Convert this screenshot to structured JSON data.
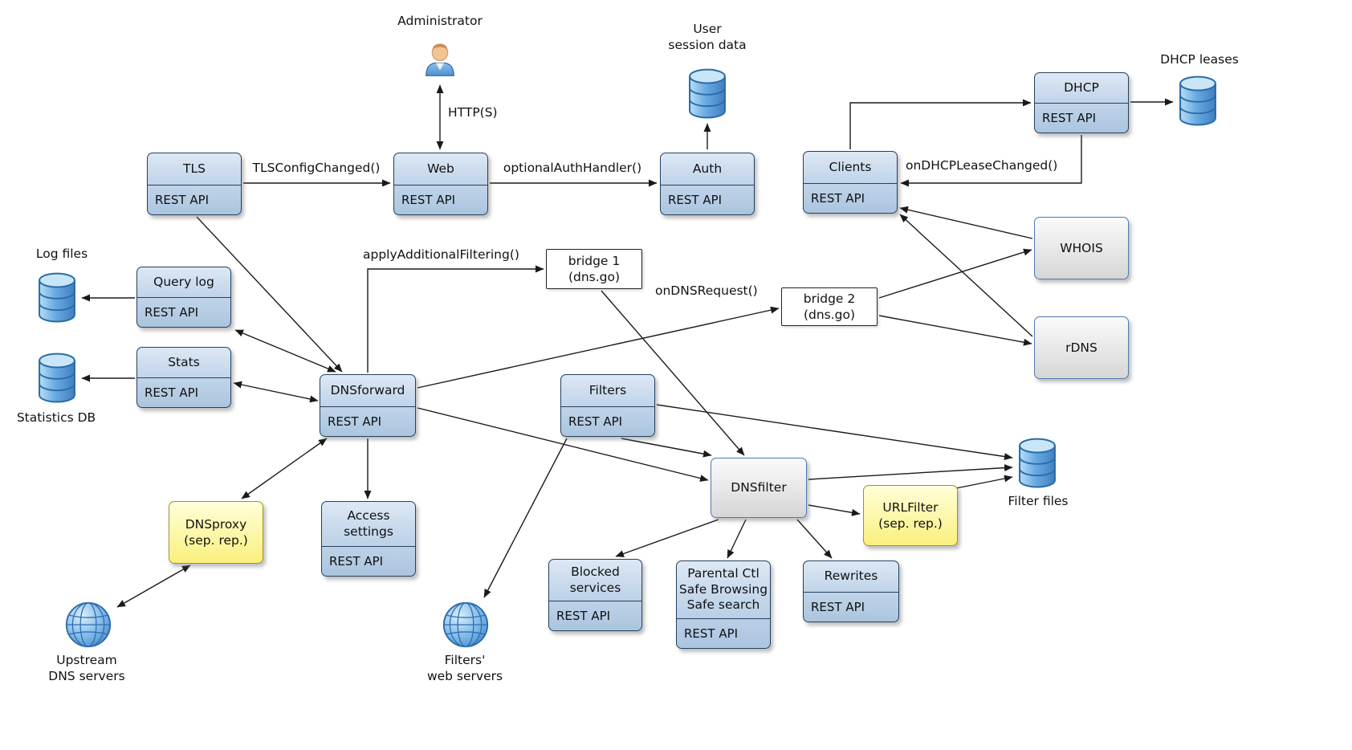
{
  "nodes": {
    "tls": {
      "title": "TLS",
      "api": "REST API"
    },
    "web": {
      "title": "Web",
      "api": "REST API"
    },
    "auth": {
      "title": "Auth",
      "api": "REST API"
    },
    "clients": {
      "title": "Clients",
      "api": "REST API"
    },
    "dhcp": {
      "title": "DHCP",
      "api": "REST API"
    },
    "query_log": {
      "title": "Query log",
      "api": "REST API"
    },
    "stats": {
      "title": "Stats",
      "api": "REST API"
    },
    "dnsforward": {
      "title": "DNSforward",
      "api": "REST API"
    },
    "filters": {
      "title": "Filters",
      "api": "REST API"
    },
    "access_settings": {
      "title": "Access\nsettings",
      "api": "REST API"
    },
    "blocked_services": {
      "title": "Blocked\nservices",
      "api": "REST API"
    },
    "parental": {
      "title": "Parental Ctl\nSafe Browsing\nSafe search",
      "api": "REST API"
    },
    "rewrites": {
      "title": "Rewrites",
      "api": "REST API"
    },
    "bridge1": {
      "label": "bridge 1\n(dns.go)"
    },
    "bridge2": {
      "label": "bridge 2\n(dns.go)"
    },
    "whois": {
      "label": "WHOIS"
    },
    "rdns": {
      "label": "rDNS"
    },
    "dnsfilter": {
      "label": "DNSfilter"
    },
    "dnsproxy": {
      "label": "DNSproxy\n(sep. rep.)"
    },
    "urlfilter": {
      "label": "URLFilter\n(sep. rep.)"
    }
  },
  "externals": {
    "administrator": "Administrator",
    "user_session_data": "User\nsession data",
    "dhcp_leases": "DHCP leases",
    "log_files": "Log files",
    "statistics_db": "Statistics DB",
    "filter_files": "Filter files",
    "upstream_dns": "Upstream\nDNS servers",
    "filters_web_servers": "Filters'\nweb servers"
  },
  "edge_labels": {
    "https": "HTTP(S)",
    "tls_config": "TLSConfigChanged()",
    "optional_auth": "optionalAuthHandler()",
    "on_dhcp_lease": "onDHCPLeaseChanged()",
    "apply_additional": "applyAdditionalFiltering()",
    "on_dns_request": "onDNSRequest()"
  },
  "icons": {
    "administrator": "person-icon",
    "user_session_data": "database-icon",
    "dhcp_leases": "database-icon",
    "log_files": "database-icon",
    "statistics_db": "database-icon",
    "filter_files": "database-icon",
    "upstream_dns": "globe-icon",
    "filters_web_servers": "globe-icon"
  },
  "colors": {
    "module_box": "#c3d6ea",
    "module_border": "#24415f",
    "gray_box": "#e6e6e6",
    "gray_border": "#4f7ab0",
    "yellow_box": "#faf07e",
    "bridge_box": "#ffffff",
    "database_blue": "#5d9fdd",
    "globe_blue": "#5aa0dc",
    "edge": "#1a1a1a"
  },
  "edges": [
    {
      "from": "Administrator",
      "to": "Web",
      "label": "HTTP(S)",
      "dir": "both"
    },
    {
      "from": "TLS",
      "to": "Web",
      "label": "TLSConfigChanged()",
      "dir": "one"
    },
    {
      "from": "Web",
      "to": "Auth",
      "label": "optionalAuthHandler()",
      "dir": "one"
    },
    {
      "from": "Auth",
      "to": "User session data",
      "dir": "one"
    },
    {
      "from": "Clients",
      "to": "DHCP",
      "dir": "one"
    },
    {
      "from": "DHCP",
      "to": "DHCP leases",
      "dir": "one"
    },
    {
      "from": "DHCP",
      "to": "Clients",
      "label": "onDHCPLeaseChanged()",
      "dir": "one"
    },
    {
      "from": "TLS",
      "to": "DNSforward",
      "dir": "one"
    },
    {
      "from": "DNSforward",
      "to": "Query log",
      "dir": "both"
    },
    {
      "from": "Query log",
      "to": "Log files",
      "dir": "one"
    },
    {
      "from": "DNSforward",
      "to": "Stats",
      "dir": "both"
    },
    {
      "from": "Stats",
      "to": "Statistics DB",
      "dir": "one"
    },
    {
      "from": "DNSforward",
      "to": "bridge 1",
      "label": "applyAdditionalFiltering()",
      "dir": "one"
    },
    {
      "from": "bridge 1",
      "to": "DNSfilter",
      "dir": "one"
    },
    {
      "from": "DNSforward",
      "to": "bridge 2",
      "label": "onDNSRequest()",
      "dir": "one"
    },
    {
      "from": "bridge 2",
      "to": "WHOIS",
      "dir": "one"
    },
    {
      "from": "bridge 2",
      "to": "rDNS",
      "dir": "one"
    },
    {
      "from": "WHOIS",
      "to": "Clients",
      "dir": "one"
    },
    {
      "from": "rDNS",
      "to": "Clients",
      "dir": "one"
    },
    {
      "from": "DNSforward",
      "to": "DNSproxy",
      "dir": "both"
    },
    {
      "from": "DNSforward",
      "to": "Access settings",
      "dir": "one"
    },
    {
      "from": "DNSproxy",
      "to": "Upstream DNS servers",
      "dir": "both"
    },
    {
      "from": "DNSforward",
      "to": "DNSfilter",
      "dir": "one"
    },
    {
      "from": "Filters",
      "to": "DNSfilter",
      "dir": "one"
    },
    {
      "from": "Filters",
      "to": "Filter files",
      "dir": "one"
    },
    {
      "from": "Filters",
      "to": "Filters' web servers",
      "dir": "one"
    },
    {
      "from": "DNSfilter",
      "to": "Filter files",
      "dir": "one"
    },
    {
      "from": "DNSfilter",
      "to": "URLFilter",
      "dir": "one"
    },
    {
      "from": "URLFilter",
      "to": "Filter files",
      "dir": "one"
    },
    {
      "from": "DNSfilter",
      "to": "Blocked services",
      "dir": "one"
    },
    {
      "from": "DNSfilter",
      "to": "Parental Ctl Safe Browsing Safe search",
      "dir": "one"
    },
    {
      "from": "DNSfilter",
      "to": "Rewrites",
      "dir": "one"
    }
  ]
}
